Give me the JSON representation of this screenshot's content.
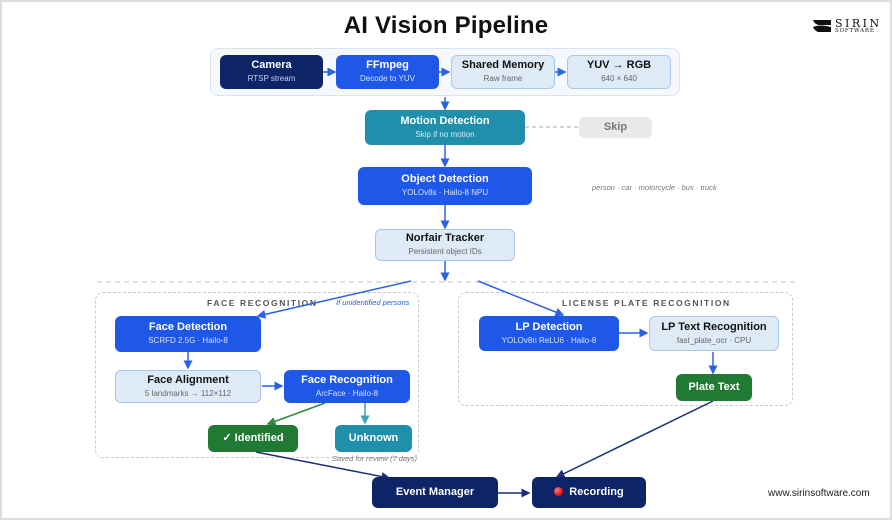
{
  "title": "AI Vision Pipeline",
  "logo": {
    "name": "SIRIN",
    "sub": "SOFTWARE",
    "icon": "sirin-logo-icon"
  },
  "website": "www.sirinsoftware.com",
  "top_row": [
    {
      "id": "camera",
      "title": "Camera",
      "sub": "RTSP stream"
    },
    {
      "id": "ffmpeg",
      "title": "FFmpeg",
      "sub": "Decode to YUV"
    },
    {
      "id": "shared-memory",
      "title": "Shared Memory",
      "sub": "Raw frame"
    },
    {
      "id": "yuv-rgb",
      "title": "YUV → RGB",
      "sub": "640 × 640"
    }
  ],
  "motion": {
    "title": "Motion Detection",
    "sub": "Skip if no motion"
  },
  "skip": {
    "title": "Skip"
  },
  "object_detection": {
    "title": "Object Detection",
    "sub": "YOLOv8s · Hailo-8 NPU",
    "classes_note": "person · car · motorcycle · bus · truck"
  },
  "tracker": {
    "title": "Norfair Tracker",
    "sub": "Persistent object IDs"
  },
  "face_group": {
    "label": "FACE RECOGNITION",
    "branch_note": "If unidentified persons",
    "face_detection": {
      "title": "Face Detection",
      "sub": "SCRFD 2.5G · Hailo-8"
    },
    "face_alignment": {
      "title": "Face Alignment",
      "sub": "5 landmarks → 112×112"
    },
    "face_recognition": {
      "title": "Face Recognition",
      "sub": "ArcFace · Hailo-8"
    },
    "identified": {
      "title": "✓ Identified"
    },
    "unknown": {
      "title": "Unknown"
    },
    "unknown_note": "Saved for review (7 days)"
  },
  "lp_group": {
    "label": "LICENSE PLATE RECOGNITION",
    "lp_detection": {
      "title": "LP Detection",
      "sub": "YOLOv8n ReLU6 · Hailo-8"
    },
    "lp_text": {
      "title": "LP Text Recognition",
      "sub": "fast_plate_ocr · CPU"
    },
    "plate_text": {
      "title": "Plate Text"
    }
  },
  "event_manager": {
    "title": "Event Manager"
  },
  "recording": {
    "title": "Recording",
    "icon": "record-dot-icon"
  },
  "colors": {
    "navy": "#0d2466",
    "blue": "#1f57e8",
    "light": "#deebf7",
    "teal": "#1f8fab",
    "green": "#217a34",
    "connector_blue": "#2a62e6",
    "connector_green": "#2e8b3e",
    "connector_teal": "#3ba0bb",
    "connector_navy": "#1a2f7a"
  }
}
